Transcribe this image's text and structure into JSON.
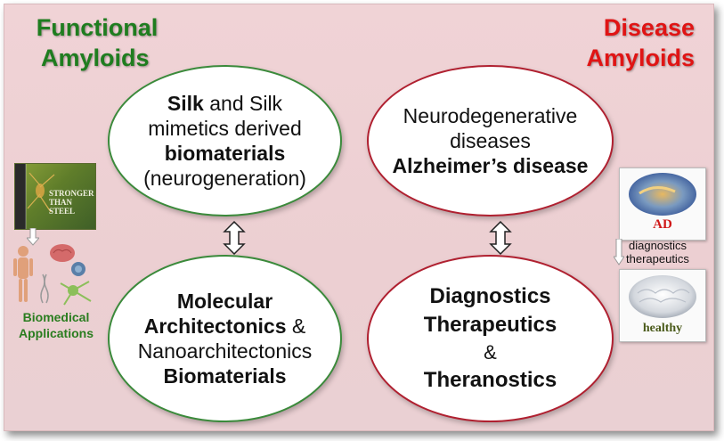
{
  "headings": {
    "functional": [
      "Functional",
      "Amyloids"
    ],
    "disease": [
      "Disease",
      "Amyloids"
    ]
  },
  "functional_top": {
    "l1_bold": "Silk",
    "l1_rest": " and Silk",
    "l2": "mimetics derived",
    "l3_bold": "biomaterials",
    "l4": "(neurogeneration)"
  },
  "functional_bottom": {
    "l1": "Molecular",
    "l2_bold": "Architectonics",
    "l2_rest": " &",
    "l3": "Nanoarchitectonics",
    "l4": "Biomaterials"
  },
  "disease_top": {
    "l1": "Neurodegenerative",
    "l2": "diseases",
    "l3": "Alzheimer’s disease"
  },
  "disease_bottom": {
    "l1": "Diagnostics",
    "l2": "Therapeutics",
    "l3": "&",
    "l4": "Theranostics"
  },
  "book": {
    "title": [
      "STRONGER",
      "THAN",
      "STEEL"
    ]
  },
  "bio_label": [
    "Biomedical",
    "Applications"
  ],
  "brain_cards": {
    "ad_label": "AD",
    "healthy_label": "healthy"
  },
  "transition": [
    "diagnostics",
    "therapeutics"
  ],
  "colors": {
    "functional": "#1f7d1f",
    "disease": "#e01414",
    "panel": "#eed2d5"
  }
}
